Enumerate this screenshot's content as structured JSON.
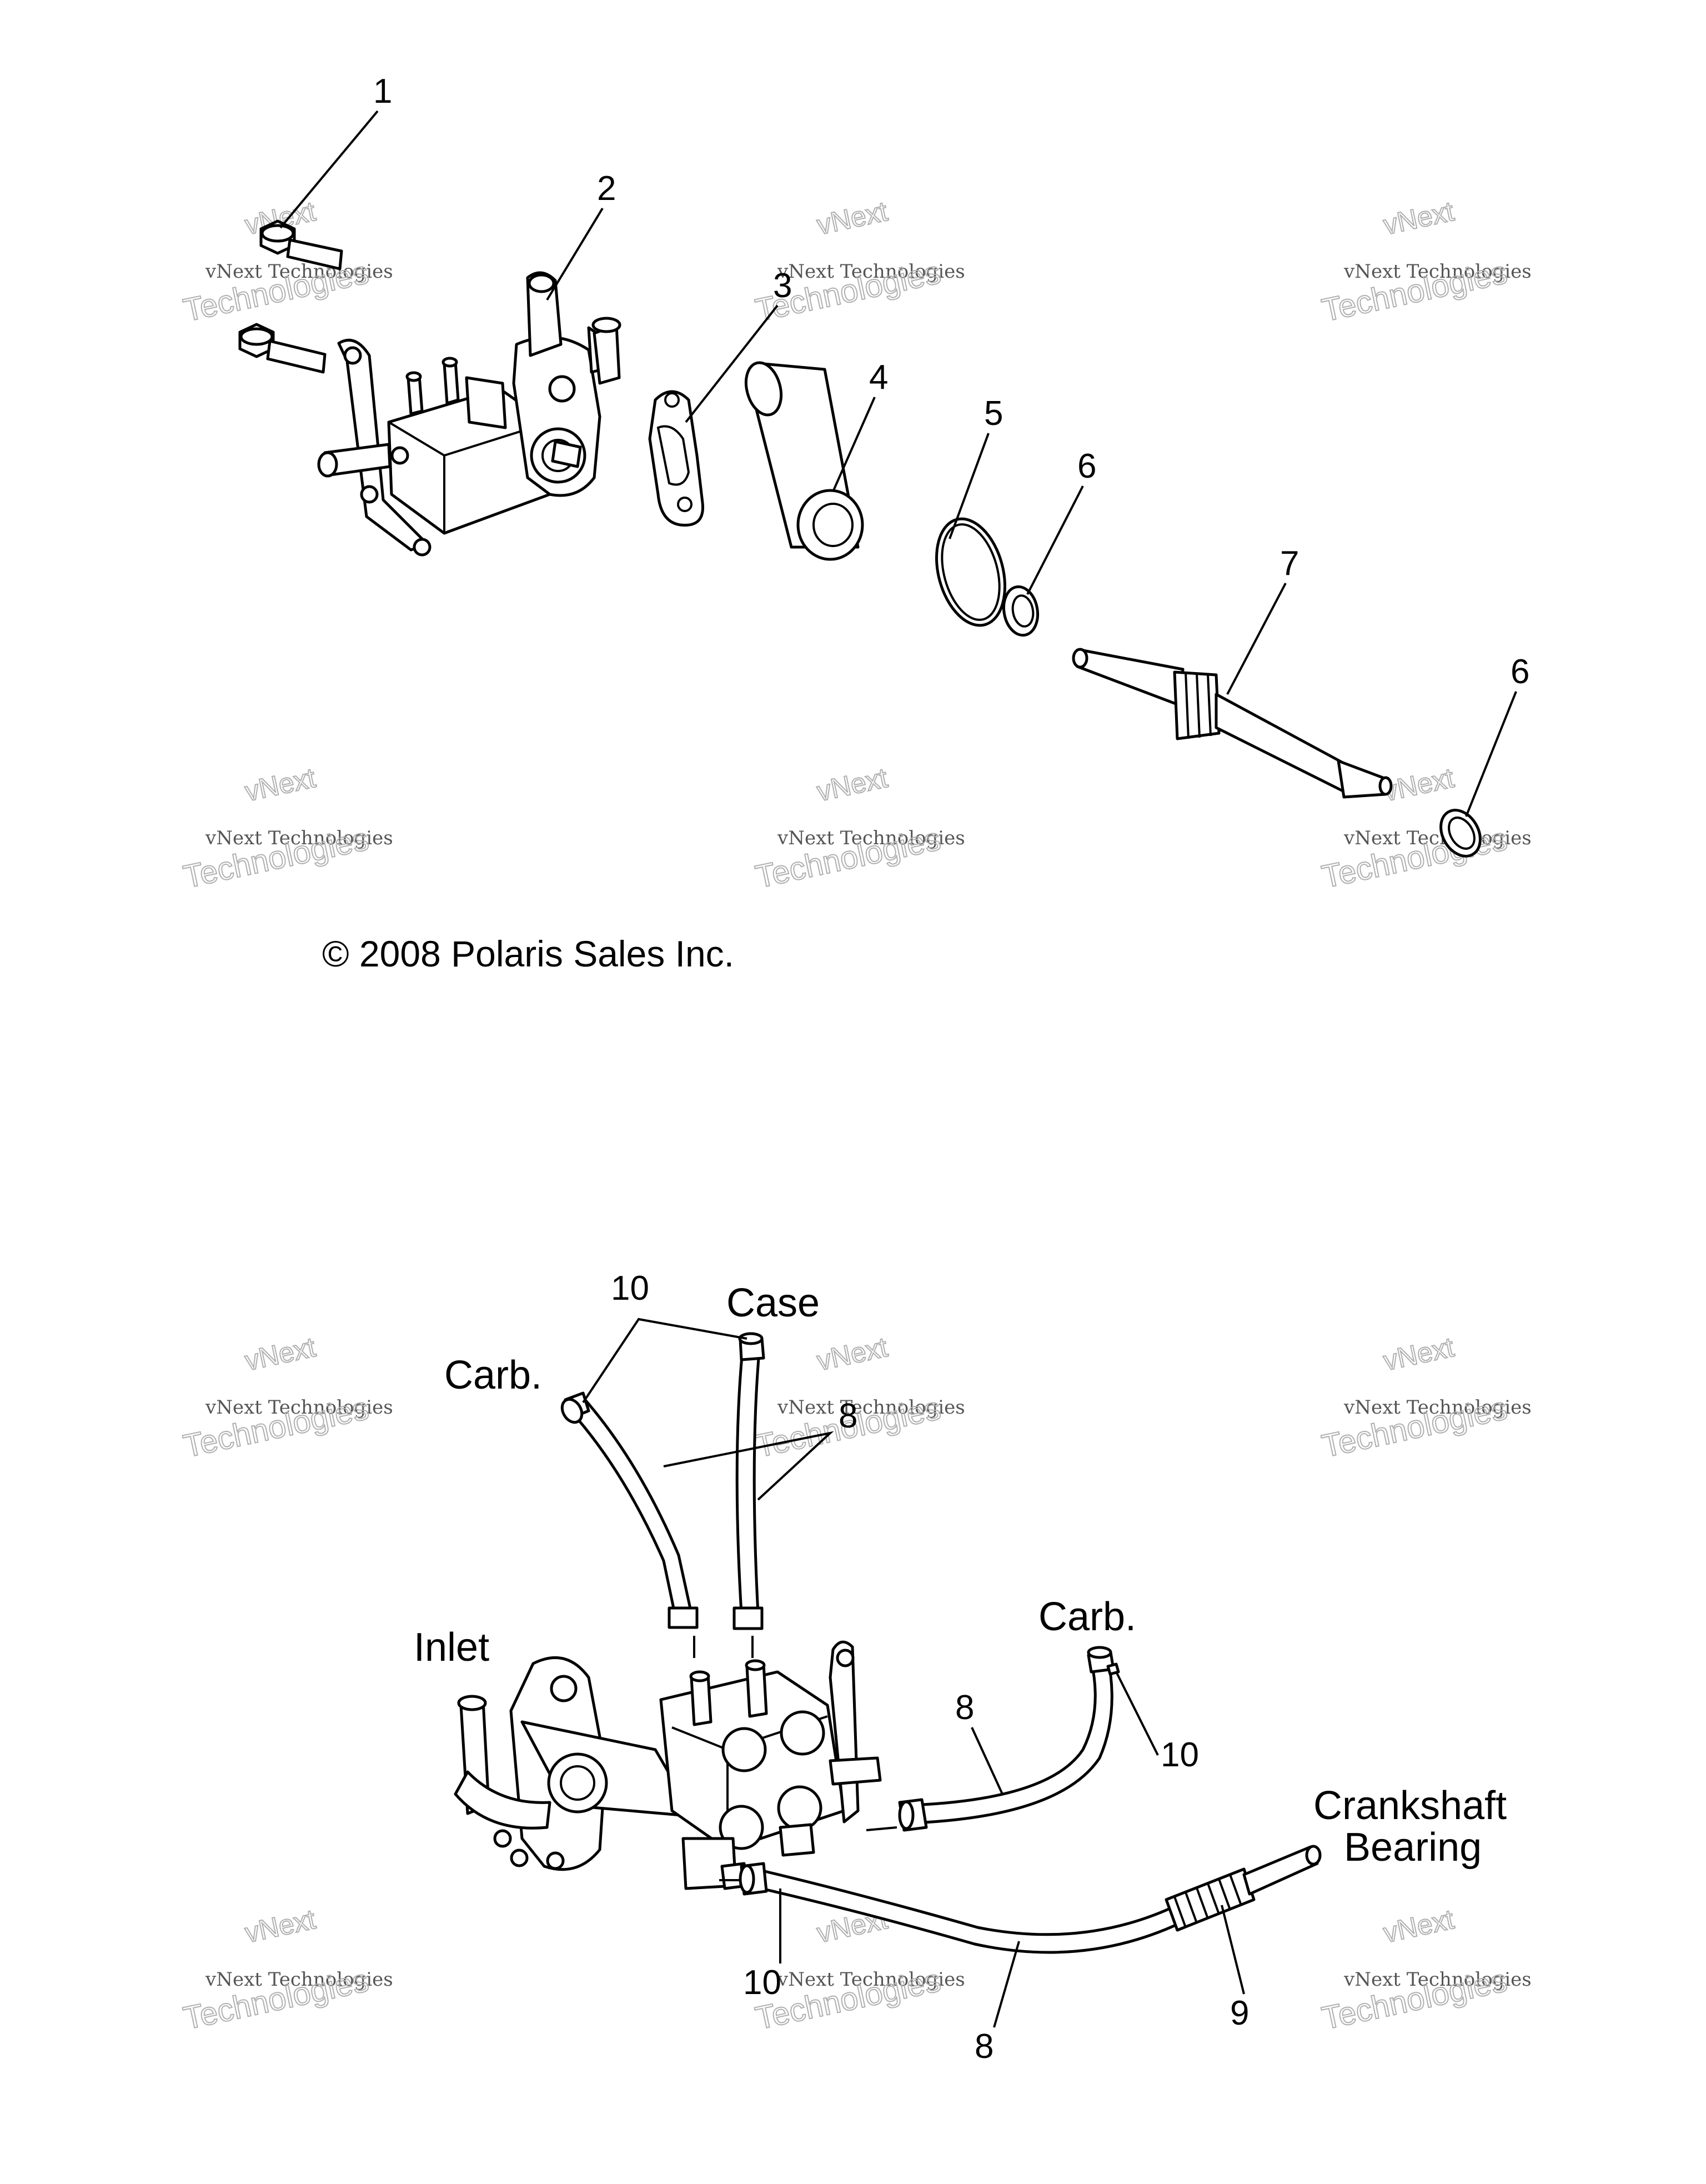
{
  "copyright": "© 2008 Polaris Sales Inc.",
  "watermark": {
    "line1": "vNext Technologies",
    "line2": "Technologies",
    "line3": "vNext"
  },
  "callouts_top": [
    "1",
    "2",
    "3",
    "4",
    "5",
    "6",
    "7",
    "6"
  ],
  "callouts_bottom": [
    "10",
    "8",
    "8",
    "10",
    "10",
    "8",
    "9"
  ],
  "labels": {
    "case": "Case",
    "carb_top": "Carb.",
    "inlet": "Inlet",
    "carb_right": "Carb.",
    "crankshaft": "Crankshaft",
    "bearing": "Bearing"
  },
  "colors": {
    "line": "#000000",
    "watermark": "#b0b0b0",
    "background": "#ffffff"
  }
}
